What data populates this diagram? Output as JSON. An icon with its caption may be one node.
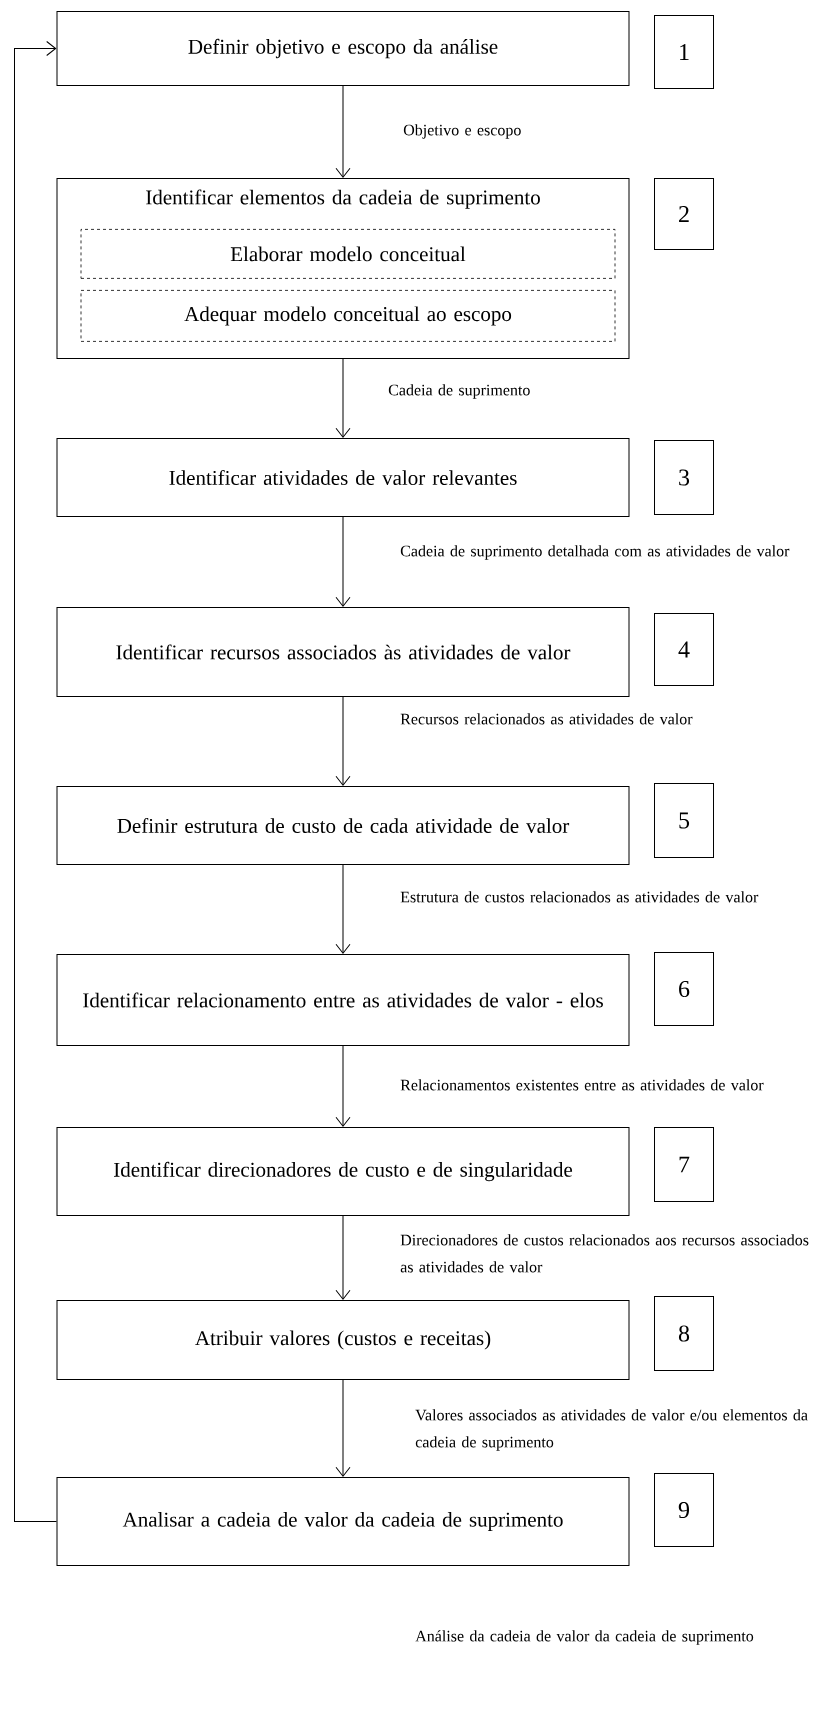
{
  "diagram": {
    "nodes": [
      {
        "text": [
          "Definir objetivo e escopo da análise"
        ]
      },
      {
        "text": [
          "1"
        ]
      },
      {
        "text": [
          "Identificar elementos da cadeia de suprimento"
        ]
      },
      {
        "text": [
          "Elaborar modelo conceitual"
        ],
        "in": 2
      },
      {
        "text": [
          "Adequar modelo conceitual ao escopo"
        ],
        "in": 2
      },
      {
        "text": [
          "2"
        ]
      },
      {
        "text": [
          "Identificar atividades de valor relevantes"
        ]
      },
      {
        "text": [
          "3"
        ]
      },
      {
        "text": [
          "Identificar recursos associados às atividades de valor"
        ]
      },
      {
        "text": [
          "4"
        ]
      },
      {
        "text": [
          "Definir estrutura de custo de cada atividade de valor"
        ]
      },
      {
        "text": [
          "5"
        ]
      },
      {
        "text": [
          "Identificar relacionamento entre as atividades de valor - elos"
        ]
      },
      {
        "text": [
          "6"
        ]
      },
      {
        "text": [
          "Identificar direcionadores de custo e de singularidade"
        ]
      },
      {
        "text": [
          "7"
        ]
      },
      {
        "text": [
          "Atribuir valores (custos e receitas)"
        ]
      },
      {
        "text": [
          "8"
        ]
      },
      {
        "text": [
          "Analisar a cadeia de valor da cadeia de suprimento"
        ]
      },
      {
        "text": [
          "9"
        ]
      }
    ],
    "edges": [
      {
        "from": 0,
        "to": 2,
        "arrow": "to",
        "label": "Objetivo e escopo"
      },
      {
        "from": 2,
        "to": 6,
        "arrow": "to",
        "label": "Cadeia de suprimento"
      },
      {
        "from": 6,
        "to": 8,
        "arrow": "to",
        "label": "Cadeia de suprimento detalhada com as atividades de valor"
      },
      {
        "from": 8,
        "to": 10,
        "arrow": "to",
        "label": "Recursos relacionados as atividades de valor"
      },
      {
        "from": 10,
        "to": 12,
        "arrow": "to",
        "label": "Estrutura de custos relacionados as atividades de valor"
      },
      {
        "from": 12,
        "to": 14,
        "arrow": "to",
        "label": "Relacionamentos existentes entre as atividades de valor"
      },
      {
        "from": 14,
        "to": 16,
        "arrow": "to",
        "label": "Direcionadores de custos relacionados aos recursos associados as atividades de valor"
      },
      {
        "from": 16,
        "to": 18,
        "arrow": "to",
        "label": "Valores associados as atividades de valor e/ou elementos da cadeia de suprimento"
      },
      {
        "from": 18,
        "to": 0,
        "arrow": "to"
      }
    ],
    "labels": [
      "Análise da cadeia de valor da cadeia de suprimento"
    ]
  }
}
